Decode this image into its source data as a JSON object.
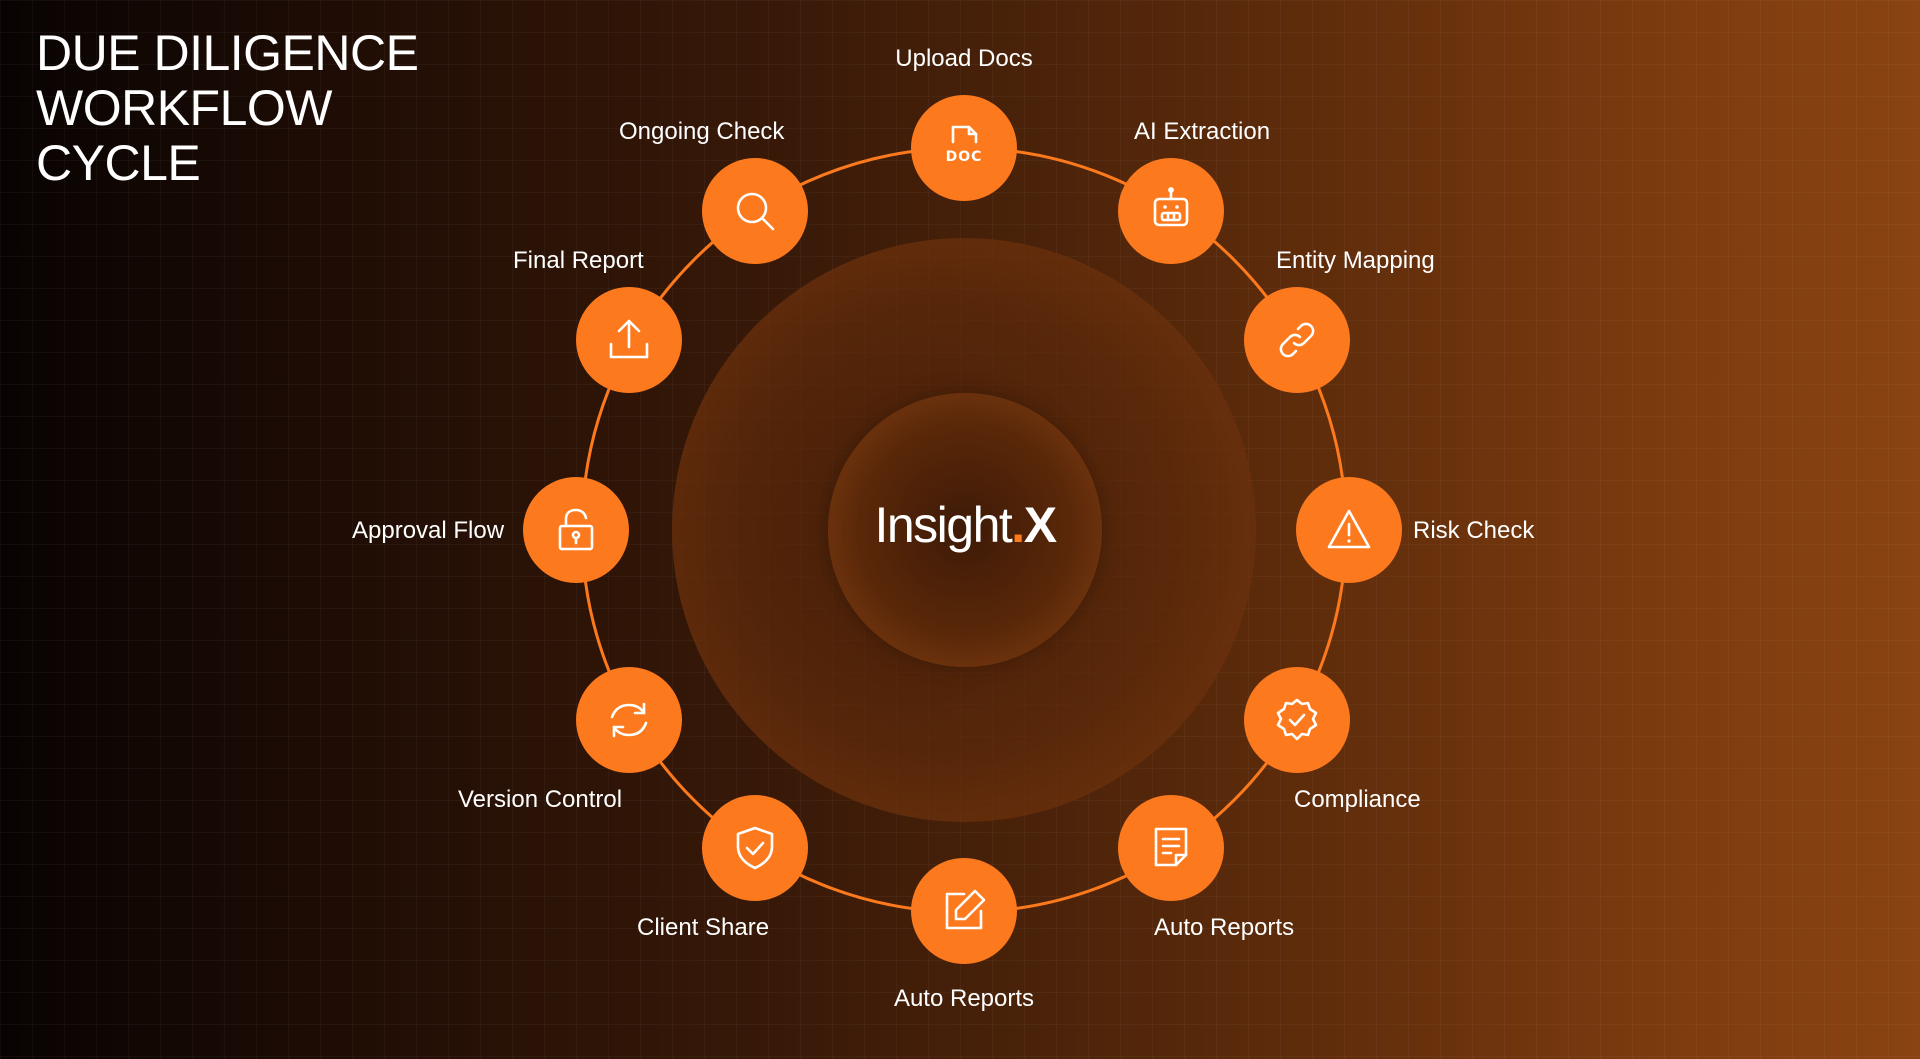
{
  "title": {
    "line1": "DUE DILIGENCE",
    "line2": "WORKFLOW",
    "line3": "CYCLE"
  },
  "center": {
    "brand": "Insight",
    "dot": ".",
    "mark": "X"
  },
  "colors": {
    "accent": "#fc7a1d",
    "ring": "#fc7a1d",
    "text": "#ffffff"
  },
  "steps": [
    {
      "label": "Upload Docs",
      "icon": "doc-file-icon"
    },
    {
      "label": "AI Extraction",
      "icon": "robot-icon"
    },
    {
      "label": "Entity Mapping",
      "icon": "link-icon"
    },
    {
      "label": "Risk Check",
      "icon": "warning-triangle-icon"
    },
    {
      "label": "Compliance",
      "icon": "verified-badge-icon"
    },
    {
      "label": "Auto Reports",
      "icon": "report-icon"
    },
    {
      "label": "Auto Reports",
      "icon": "edit-icon"
    },
    {
      "label": "Client Share",
      "icon": "shield-check-icon"
    },
    {
      "label": "Version Control",
      "icon": "sync-icon"
    },
    {
      "label": "Approval Flow",
      "icon": "unlock-icon"
    },
    {
      "label": "Final Report",
      "icon": "upload-icon"
    },
    {
      "label": "Ongoing Check",
      "icon": "search-icon"
    }
  ]
}
